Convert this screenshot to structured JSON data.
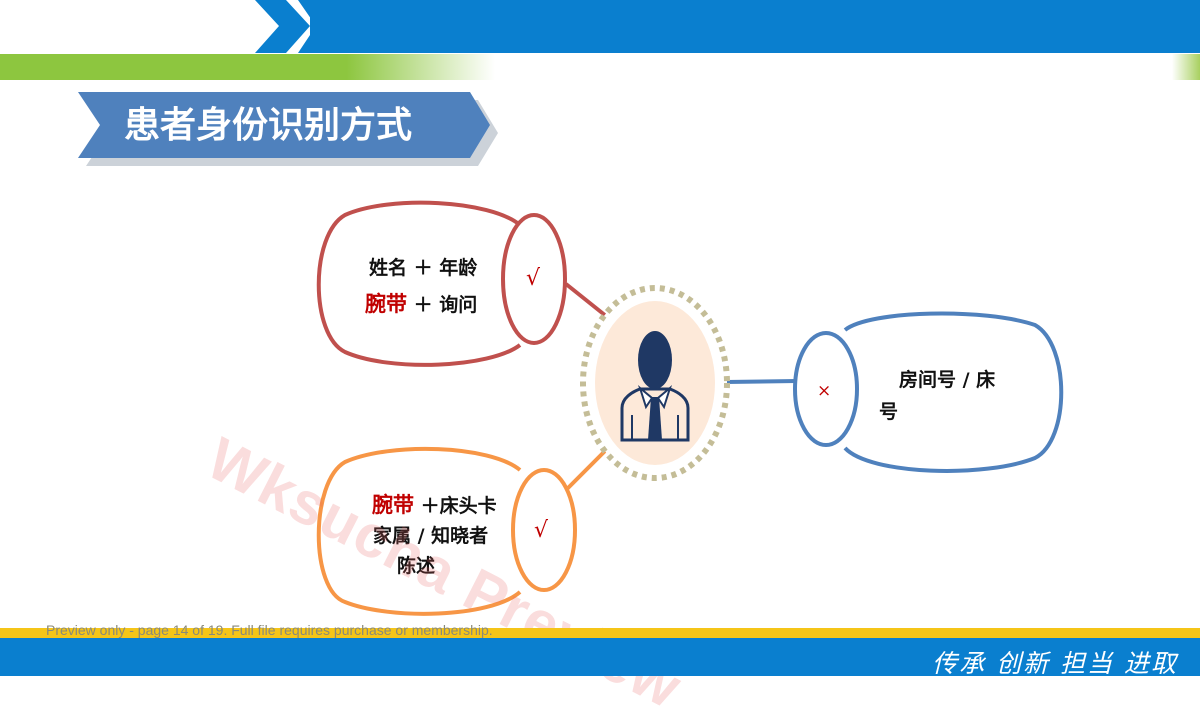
{
  "title": "患者身份识别方式",
  "methods": {
    "top": {
      "line1_black": "姓名 ＋ 年龄",
      "line2_red": "腕带",
      "line2_black": " ＋ 询问",
      "mark": "√",
      "color": "#c0504d"
    },
    "bottom": {
      "line1_red": "腕带",
      "line1_black": " ＋床头卡",
      "line2": "家属 / 知晓者",
      "line3": "陈述",
      "mark": "√",
      "color": "#f79646"
    },
    "right": {
      "line1": "房间号 / 床",
      "line2": "号",
      "mark": "×",
      "color": "#4f81bd"
    }
  },
  "watermark": "Wksucha Preview",
  "preview_note": "Preview only - page 14 of 19. Full file requires purchase or membership.",
  "slogan": "传承 创新 担当 进取",
  "colors": {
    "header_blue": "#0a7fcf",
    "green": "#8dc63f",
    "footer_yellow": "#f5c518",
    "title_banner": "#4f81bd",
    "center_ring": "#c4bd97",
    "center_fill": "#fde9d9",
    "person": "#1f3864"
  },
  "icons": [
    "chevron-right-icon",
    "person-with-tie-icon",
    "check-mark-icon",
    "cross-mark-icon"
  ]
}
